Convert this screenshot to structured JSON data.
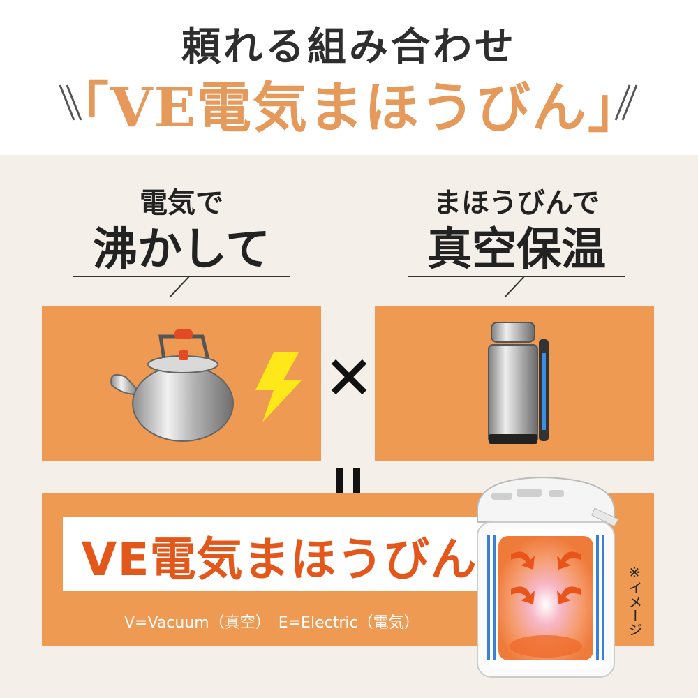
{
  "header": {
    "line1": "頼れる組み合わせ",
    "line2": "「VE電気まほうびん」"
  },
  "left_label": {
    "small": "電気で",
    "big": "沸かして"
  },
  "right_label": {
    "small": "まほうびんで",
    "big": "真空保温"
  },
  "result": {
    "name": "VE電気まほうびん",
    "subtitle": "V=Vacuum（真空）　E=Electric（電気）",
    "note": "※イメージ"
  },
  "colors": {
    "accent_orange": "#ef9a52",
    "title_orange": "#e59a5c",
    "name_orange": "#e3571b",
    "lightning_yellow": "#ffe81a",
    "background_beige": "#f4efe9"
  },
  "icons": [
    "kettle-icon",
    "lightning-icon",
    "times-icon",
    "thermos-icon",
    "equals-icon",
    "electric-pot-icon"
  ]
}
